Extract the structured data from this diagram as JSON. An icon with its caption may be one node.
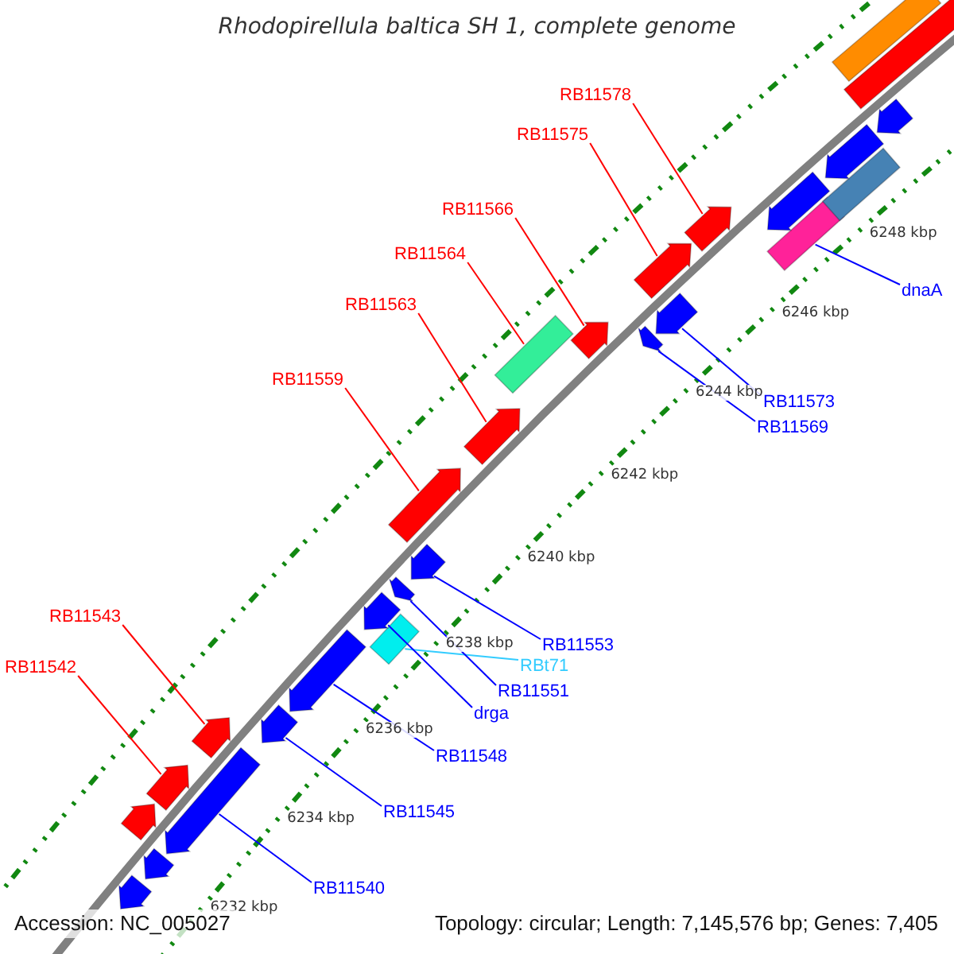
{
  "diagram": {
    "title": "Rhodopirellula baltica SH 1, complete genome",
    "nodes": [
      {
        "text": [
          "RB11578"
        ]
      },
      {
        "text": [],
        "shape": "arrow"
      },
      {
        "text": [
          "RB11575"
        ]
      },
      {
        "text": [],
        "shape": "arrow"
      },
      {
        "text": [
          "RB11566"
        ]
      },
      {
        "text": [],
        "shape": "arrow"
      },
      {
        "text": [
          "RB11564"
        ]
      },
      {
        "text": [],
        "shape": "box"
      },
      {
        "text": [
          "dnaA"
        ]
      },
      {
        "text": [],
        "shape": "box"
      },
      {
        "text": [
          "RB11563"
        ]
      },
      {
        "text": [],
        "shape": "arrow"
      },
      {
        "text": [
          "RB11559"
        ]
      },
      {
        "text": [],
        "shape": "arrow"
      },
      {
        "text": [
          "RB11573"
        ]
      },
      {
        "text": [],
        "shape": "arrow"
      },
      {
        "text": [
          "RB11569"
        ]
      },
      {
        "text": [],
        "shape": "arrow"
      },
      {
        "text": [
          "RB11543"
        ]
      },
      {
        "text": [],
        "shape": "arrow"
      },
      {
        "text": [
          "RB11553"
        ]
      },
      {
        "text": [],
        "shape": "arrow"
      },
      {
        "text": [
          "RBt71"
        ]
      },
      {
        "text": [],
        "shape": "box"
      },
      {
        "text": [
          "RB11542"
        ]
      },
      {
        "text": [],
        "shape": "arrow"
      },
      {
        "text": [
          "RB11551"
        ]
      },
      {
        "text": [],
        "shape": "arrow"
      },
      {
        "text": [
          "drga"
        ]
      },
      {
        "text": [],
        "shape": "arrow"
      },
      {
        "text": [
          "RB11548"
        ]
      },
      {
        "text": [],
        "shape": "arrow"
      },
      {
        "text": [
          "RB11545"
        ]
      },
      {
        "text": [],
        "shape": "arrow"
      },
      {
        "text": [
          "RB11540"
        ]
      },
      {
        "text": [],
        "shape": "arrow"
      },
      {
        "text": [],
        "shape": "arrow"
      },
      {
        "text": [],
        "shape": "arrow"
      },
      {
        "text": [],
        "shape": "arrow"
      },
      {
        "text": [],
        "shape": "arrow"
      },
      {
        "text": [],
        "shape": "box"
      },
      {
        "text": [],
        "shape": "arrow"
      },
      {
        "text": [],
        "shape": "arrow"
      },
      {
        "text": [],
        "shape": "arrow"
      },
      {
        "text": [],
        "shape": "box"
      }
    ],
    "edges": [
      {
        "from": 0,
        "to": 1,
        "arrow": "none",
        "color": "#ff0000"
      },
      {
        "from": 2,
        "to": 3,
        "arrow": "none",
        "color": "#ff0000"
      },
      {
        "from": 4,
        "to": 5,
        "arrow": "none",
        "color": "#ff0000"
      },
      {
        "from": 6,
        "to": 7,
        "arrow": "none",
        "color": "#ff0000"
      },
      {
        "from": 8,
        "to": 9,
        "arrow": "none"
      },
      {
        "from": 10,
        "to": 11,
        "arrow": "none",
        "color": "#ff0000"
      },
      {
        "from": 12,
        "to": 13,
        "arrow": "none",
        "color": "#ff0000"
      },
      {
        "from": 14,
        "to": 15,
        "arrow": "none"
      },
      {
        "from": 16,
        "to": 17,
        "arrow": "none"
      },
      {
        "from": 18,
        "to": 19,
        "arrow": "none",
        "color": "#ff0000"
      },
      {
        "from": 20,
        "to": 21,
        "arrow": "none"
      },
      {
        "from": 22,
        "to": 23,
        "arrow": "none",
        "color": "#33ccff"
      },
      {
        "from": 24,
        "to": 25,
        "arrow": "none",
        "color": "#ff0000"
      },
      {
        "from": 26,
        "to": 27,
        "arrow": "none"
      },
      {
        "from": 28,
        "to": 29,
        "arrow": "none"
      },
      {
        "from": 30,
        "to": 31,
        "arrow": "none"
      },
      {
        "from": 32,
        "to": 33,
        "arrow": "none"
      },
      {
        "from": 34,
        "to": 35,
        "arrow": "none"
      }
    ],
    "labels": [
      "6248 kbp",
      "6246 kbp",
      "6244 kbp",
      "6242 kbp",
      "6240 kbp",
      "6238 kbp",
      "6236 kbp",
      "6234 kbp",
      "6232 kbp",
      "Accession: NC_005027",
      "Topology: circular; Length: 7,145,576 bp; Genes: 7,405"
    ]
  }
}
